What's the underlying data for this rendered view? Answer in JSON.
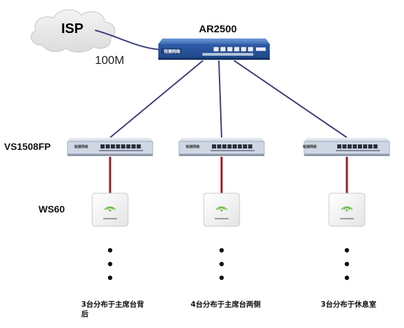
{
  "labels": {
    "isp": "ISP",
    "router": "AR2500",
    "bandwidth": "100M",
    "switch": "VS1508FP",
    "ap": "WS60"
  },
  "branches": [
    {
      "caption": "3台分布于主席台背\n后",
      "brand": "锐捷网络"
    },
    {
      "caption": "4台分布于主席台两侧",
      "brand": "锐捷网络"
    },
    {
      "caption": "3台分布于休息室",
      "brand": "锐捷网络"
    }
  ],
  "router_brand": "锐捷网络",
  "colors": {
    "link": "#3d3f7a",
    "poe_link": "#9a1c22",
    "router_body": "#2d5aa6",
    "switch_body": "#dfe3ea",
    "switch_front": "#d0d7e4",
    "cloud": "#e9e9ea"
  }
}
